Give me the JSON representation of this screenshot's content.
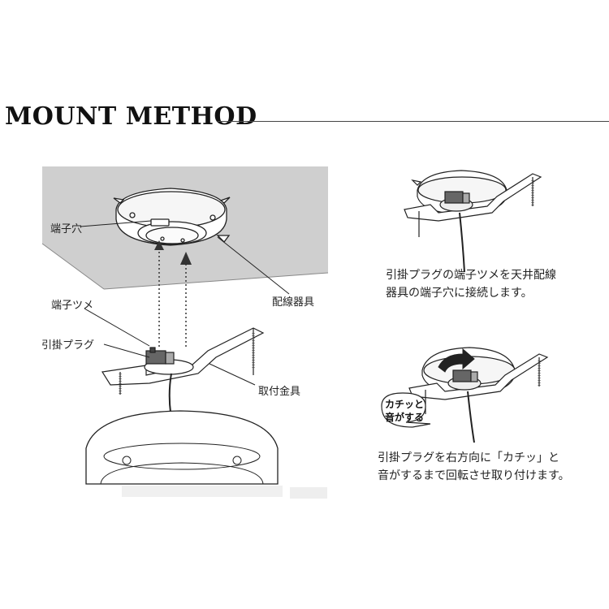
{
  "heading": {
    "title": "MOUNT METHOD"
  },
  "main_diagram": {
    "labels": {
      "terminal_hole": "端子穴",
      "terminal_claw": "端子ツメ",
      "hook_plug": "引掛プラグ",
      "wiring_fixture": "配線器具",
      "mounting_bracket": "取付金具"
    }
  },
  "step1": {
    "caption_lines": [
      "引掛プラグの端子ツメを天井配線",
      "器具の端子穴に接続します。"
    ]
  },
  "step2": {
    "bubble_lines": [
      "カチッと",
      "音がする"
    ],
    "caption_lines": [
      "引掛プラグを右方向に「カチッ」と",
      "音がするまで回転させ取り付けます。"
    ]
  },
  "colors": {
    "ceiling": "#cfcfcf",
    "line": "#222222",
    "arrow": "#333333"
  }
}
